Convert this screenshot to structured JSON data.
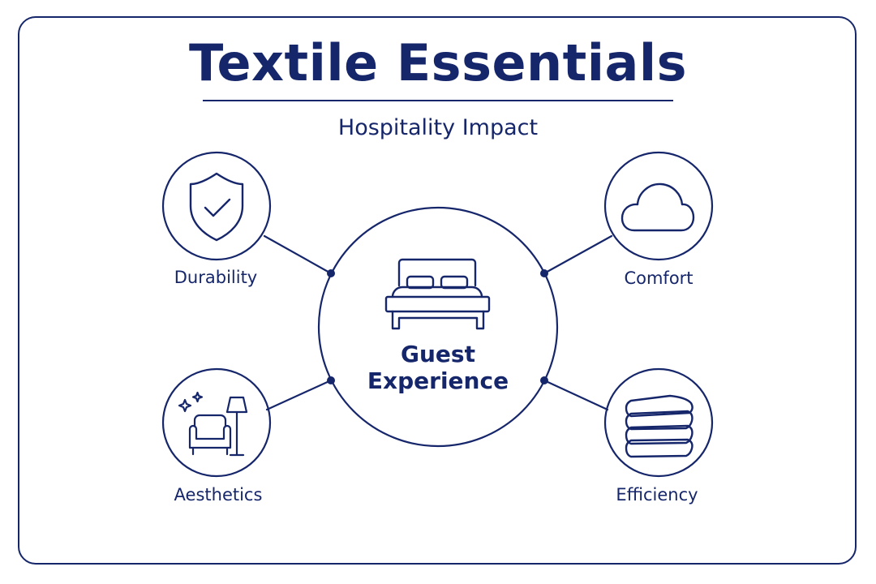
{
  "header": {
    "title": "Textile Essentials",
    "subtitle": "Hospitality Impact"
  },
  "center": {
    "line1": "Guest",
    "line2": "Experience",
    "icon": "bed-icon"
  },
  "nodes": [
    {
      "key": "durability",
      "label": "Durability",
      "icon": "shield-check-icon"
    },
    {
      "key": "comfort",
      "label": "Comfort",
      "icon": "cloud-icon"
    },
    {
      "key": "aesthetics",
      "label": "Aesthetics",
      "icon": "armchair-lamp-icon"
    },
    {
      "key": "efficiency",
      "label": "Efficiency",
      "icon": "folded-towels-icon"
    }
  ],
  "colors": {
    "primary": "#16266b",
    "background": "#ffffff"
  }
}
